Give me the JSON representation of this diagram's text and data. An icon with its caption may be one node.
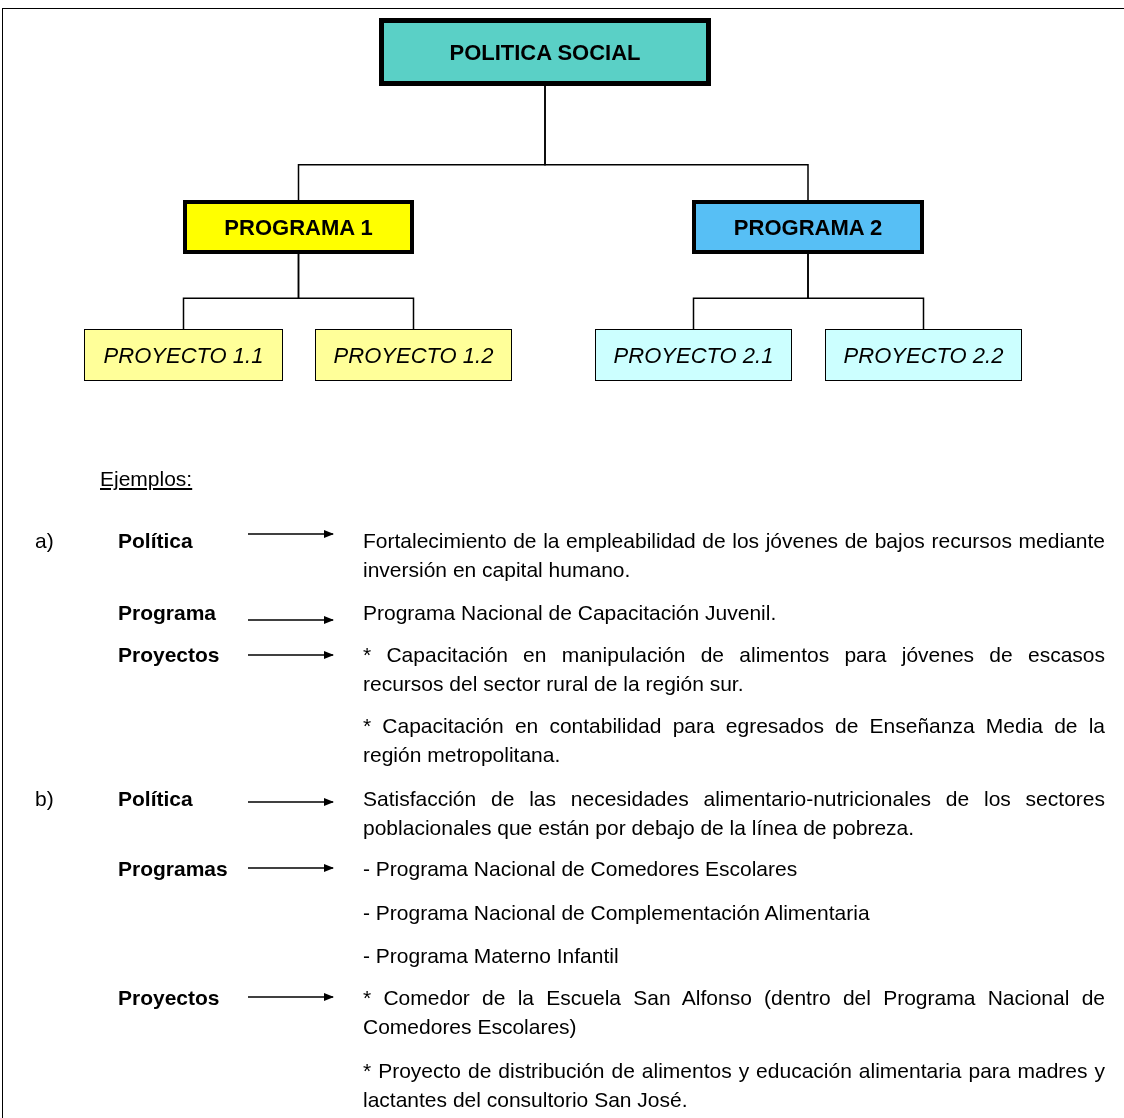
{
  "diagram": {
    "nodes": [
      {
        "text": [
          "POLITICA SOCIAL"
        ]
      },
      {
        "text": [
          "PROGRAMA 1"
        ]
      },
      {
        "text": [
          "PROGRAMA 2"
        ]
      },
      {
        "text": [
          "PROYECTO 1.1"
        ]
      },
      {
        "text": [
          "PROYECTO 1.2"
        ]
      },
      {
        "text": [
          "PROYECTO 2.1"
        ]
      },
      {
        "text": [
          "PROYECTO 2.2"
        ]
      },
      {
        "text": [
          "Política"
        ]
      },
      {
        "text": [
          "Fortalecimiento de la empleabilidad de los jóvenes de bajos recursos mediante inversión en capital humano."
        ]
      },
      {
        "text": [
          "Programa"
        ]
      },
      {
        "text": [
          "Programa Nacional de Capacitación Juvenil."
        ]
      },
      {
        "text": [
          "Proyectos"
        ]
      },
      {
        "text": [
          "* Capacitación en manipulación de alimentos para jóvenes de escasos recursos del sector rural de la región sur."
        ]
      },
      {
        "text": [
          "Política"
        ]
      },
      {
        "text": [
          "Satisfacción de las necesidades alimentario-nutricionales de los sectores poblacionales que están por debajo de la línea de pobreza."
        ]
      },
      {
        "text": [
          "Programas"
        ]
      },
      {
        "text": [
          "- Programa Nacional de Comedores Escolares"
        ]
      },
      {
        "text": [
          "Proyectos"
        ]
      },
      {
        "text": [
          "* Comedor de la Escuela San Alfonso (dentro del Programa Nacional de Comedores Escolares)"
        ]
      }
    ],
    "edges": [
      {
        "from": 0,
        "to": 1,
        "arrow": "none"
      },
      {
        "from": 0,
        "to": 2,
        "arrow": "none"
      },
      {
        "from": 1,
        "to": 3,
        "arrow": "none"
      },
      {
        "from": 1,
        "to": 4,
        "arrow": "none"
      },
      {
        "from": 2,
        "to": 5,
        "arrow": "none"
      },
      {
        "from": 2,
        "to": 6,
        "arrow": "none"
      },
      {
        "from": 7,
        "to": 8,
        "arrow": "to"
      },
      {
        "from": 9,
        "to": 10,
        "arrow": "to"
      },
      {
        "from": 11,
        "to": 12,
        "arrow": "to"
      },
      {
        "from": 13,
        "to": 14,
        "arrow": "to"
      },
      {
        "from": 15,
        "to": 16,
        "arrow": "to"
      },
      {
        "from": 17,
        "to": 18,
        "arrow": "to"
      }
    ],
    "labels": [
      "Ejemplos:",
      "a)",
      "* Capacitación en contabilidad para egresados de Enseñanza Media de la región metropolitana.",
      "b)",
      "- Programa Nacional de Complementación Alimentaria",
      "- Programa Materno Infantil",
      "* Proyecto de distribución de alimentos y educación alimentaria para madres y lactantes del consultorio San José."
    ]
  }
}
